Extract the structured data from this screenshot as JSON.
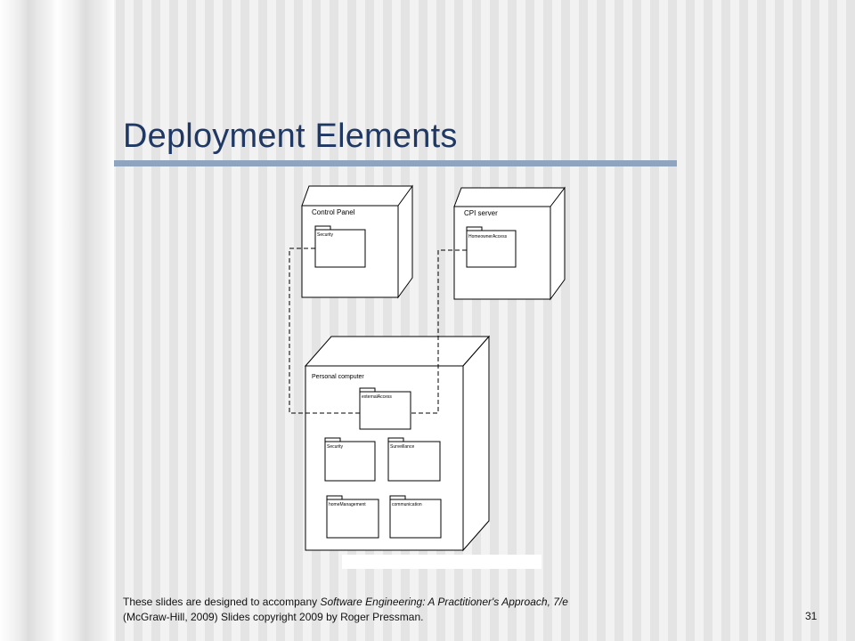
{
  "slide": {
    "title": "Deployment Elements",
    "page_number": "31",
    "footer": {
      "line1_prefix": "These slides are designed to accompany ",
      "line1_italic": "Software Engineering: A Practitioner's Approach, 7/e",
      "line2": "(McGraw-Hill, 2009) Slides copyright 2009 by Roger Pressman."
    }
  },
  "diagram": {
    "nodes": {
      "control_panel": {
        "label": "Control Panel",
        "packages": {
          "security": "Security"
        }
      },
      "cpi_server": {
        "label": "CPI server",
        "packages": {
          "homeowner_access": "HomeownerAccess"
        }
      },
      "personal_computer": {
        "label": "Personal computer",
        "packages": {
          "external_access": "externalAccess",
          "security": "Security",
          "surveillance": "Surveillance",
          "home_management": "homeManagement",
          "communication": "communication"
        }
      }
    }
  }
}
